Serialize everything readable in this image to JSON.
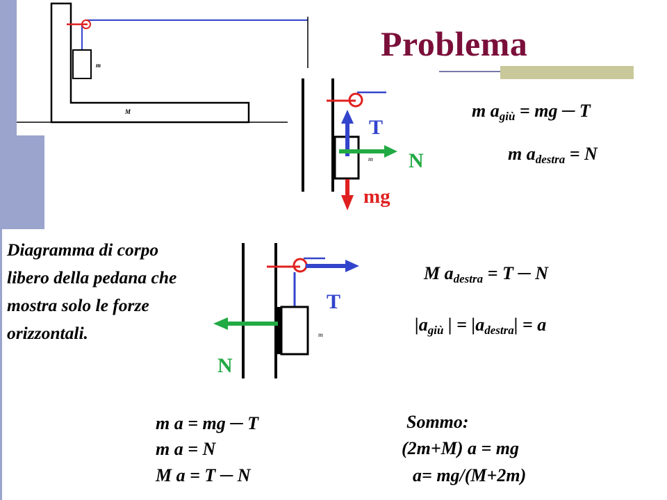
{
  "title": "Problema",
  "labels": {
    "small_mass": "m",
    "big_mass": "M",
    "tension": "T",
    "normal": "N",
    "weight": "mg"
  },
  "equations_top": {
    "eq1": {
      "lhs": "m a",
      "sub": "giù",
      "rhs": " = mg ─ T"
    },
    "eq2": {
      "lhs": "m a",
      "sub": "destra",
      "rhs": " = N"
    }
  },
  "equations_mid": {
    "eq3": {
      "lhs": "M a",
      "sub": "destra",
      "rhs": " = T ─ N"
    },
    "eq4": {
      "p1": "|a",
      "sub1": "giù",
      "p2": " | = |a",
      "sub2": "destra",
      "p3": "| = a"
    }
  },
  "description": "Diagramma di corpo libero della pedana che mostra solo le forze orizzontali.",
  "system": [
    "m a = mg ─ T",
    "m a = N",
    "M a = T ─ N"
  ],
  "sum": [
    "Sommo:",
    "(2m+M) a = mg",
    "a= mg/(M+2m)"
  ],
  "colors": {
    "title": "#7a0f3a",
    "tension_arrow": "#3344cc",
    "normal_arrow": "#22aa44",
    "weight_arrow": "#e02020",
    "pulley": "#e02020",
    "side_bar": "#9aa4cc",
    "header_bar": "#c8c89a"
  }
}
